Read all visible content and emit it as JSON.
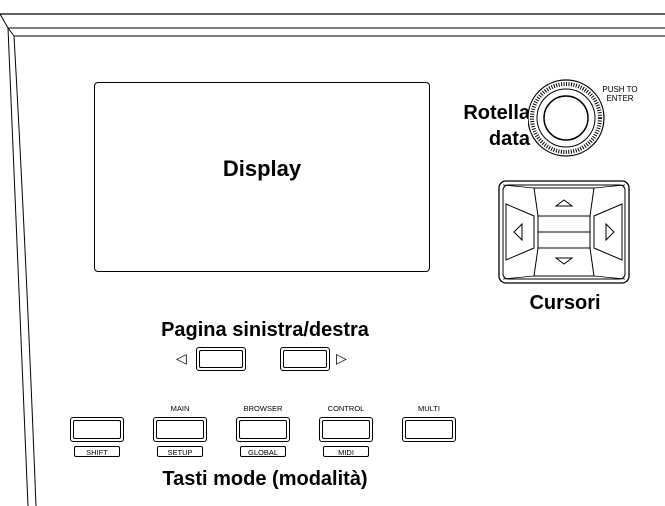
{
  "display": {
    "label": "Display"
  },
  "data_wheel": {
    "label_line1": "Rotella",
    "label_line2": "data",
    "push_line1": "PUSH TO",
    "push_line2": "ENTER"
  },
  "cursors": {
    "label": "Cursori"
  },
  "page_buttons": {
    "label": "Pagina sinistra/destra",
    "left_glyph": "◁",
    "right_glyph": "▷"
  },
  "mode_keys": {
    "label": "Tasti mode (modalità)",
    "keys": [
      {
        "top": "",
        "bottom": "SHIFT"
      },
      {
        "top": "MAIN",
        "bottom": "SETUP"
      },
      {
        "top": "BROWSER",
        "bottom": "GLOBAL"
      },
      {
        "top": "CONTROL",
        "bottom": "MIDI"
      },
      {
        "top": "MULTI",
        "bottom": ""
      }
    ]
  }
}
